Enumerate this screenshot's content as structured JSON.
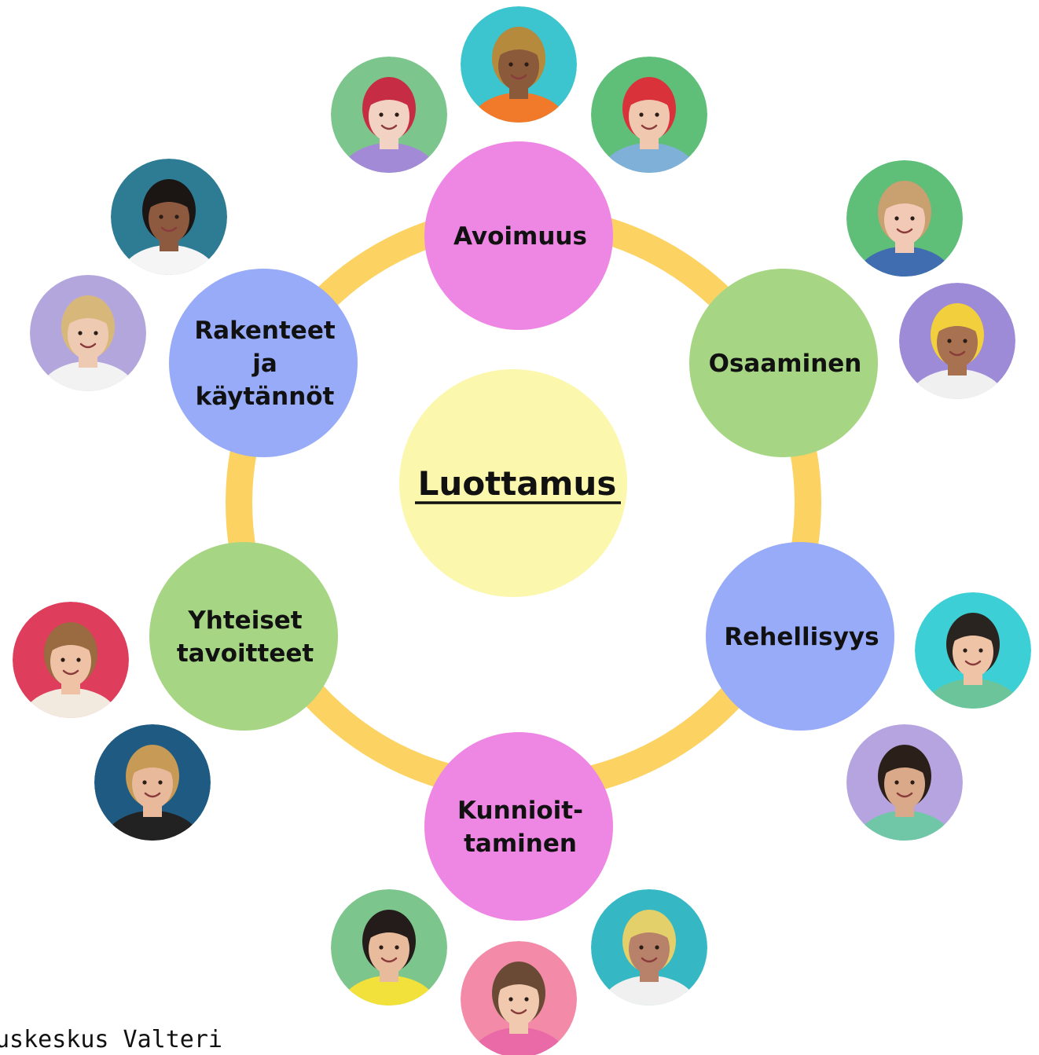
{
  "diagram": {
    "center": {
      "label": "Luottamus",
      "underline": true,
      "color": "#fbf7ad"
    },
    "ring_color": "#fcd262",
    "nodes": [
      {
        "id": "avoimuus",
        "lines": [
          "Avoimuus"
        ],
        "color": "#ee87e3"
      },
      {
        "id": "osaaminen",
        "lines": [
          "Osaaminen"
        ],
        "color": "#a6d683"
      },
      {
        "id": "rehellisyys",
        "lines": [
          "Rehellisyys"
        ],
        "color": "#98abf8"
      },
      {
        "id": "kunnioittaminen",
        "lines": [
          "Kunnioit-",
          "taminen"
        ],
        "color": "#ee87e3"
      },
      {
        "id": "yhteiset-tavoitteet",
        "lines": [
          "Yhteiset",
          "tavoitteet"
        ],
        "color": "#a6d683"
      },
      {
        "id": "rakenteet-ja-kaytannot",
        "lines": [
          "Rakenteet",
          "ja",
          "käytännöt"
        ],
        "color": "#98abf8"
      }
    ],
    "avatars": [
      {
        "name": "portrait-red-hair",
        "bg": "#7cc58c",
        "hair": "#c72c45",
        "skin": "#f2d2c2",
        "shirt": "#a38ad6"
      },
      {
        "name": "portrait-curly-hair",
        "bg": "#3cc4cf",
        "hair": "#b58a3d",
        "skin": "#8a5a3a",
        "shirt": "#f07a2a"
      },
      {
        "name": "portrait-red-beret",
        "bg": "#5fbf79",
        "hair": "#d9323b",
        "skin": "#f0c8b0",
        "shirt": "#7eb0d8"
      },
      {
        "name": "portrait-blonde-bun",
        "bg": "#5fbf79",
        "hair": "#c9a070",
        "skin": "#f2c9b4",
        "shirt": "#3f6db0"
      },
      {
        "name": "portrait-yellow-cap",
        "bg": "#9d8bd8",
        "hair": "#f2cf3c",
        "skin": "#a8714f",
        "shirt": "#f0f0f0"
      },
      {
        "name": "portrait-short-dark-hair",
        "bg": "#3ccfd6",
        "hair": "#2a2420",
        "skin": "#efc4a6",
        "shirt": "#6cc59a"
      },
      {
        "name": "portrait-bearded-man",
        "bg": "#b6a4e0",
        "hair": "#2b2019",
        "skin": "#d9a98a",
        "shirt": "#6fc7a7"
      },
      {
        "name": "portrait-bleached-hair",
        "bg": "#35b8c4",
        "hair": "#e4d06a",
        "skin": "#b7816a",
        "shirt": "#f0f0f0"
      },
      {
        "name": "portrait-ponytail",
        "bg": "#f28aa8",
        "hair": "#6a4a35",
        "skin": "#f1c9ae",
        "shirt": "#e96aa6"
      },
      {
        "name": "portrait-yellow-sweater",
        "bg": "#7cc58c",
        "hair": "#241c1a",
        "skin": "#e8bb9c",
        "shirt": "#f2e13a"
      },
      {
        "name": "portrait-smiling-man",
        "bg": "#1e5a82",
        "hair": "#c79a55",
        "skin": "#e8b99b",
        "shirt": "#222222"
      },
      {
        "name": "portrait-man-red-bg",
        "bg": "#df3d5c",
        "hair": "#9a6a40",
        "skin": "#f0c2a5",
        "shirt": "#f2e9df"
      },
      {
        "name": "portrait-wavy-blonde",
        "bg": "#b3a6dc",
        "hair": "#d8b87a",
        "skin": "#efcab3",
        "shirt": "#f2f2f2"
      },
      {
        "name": "portrait-braids-buns",
        "bg": "#2d7c94",
        "hair": "#1b1514",
        "skin": "#8d5a3f",
        "shirt": "#f5f5f5"
      }
    ]
  },
  "footer": {
    "text": "uskeskus Valteri"
  }
}
